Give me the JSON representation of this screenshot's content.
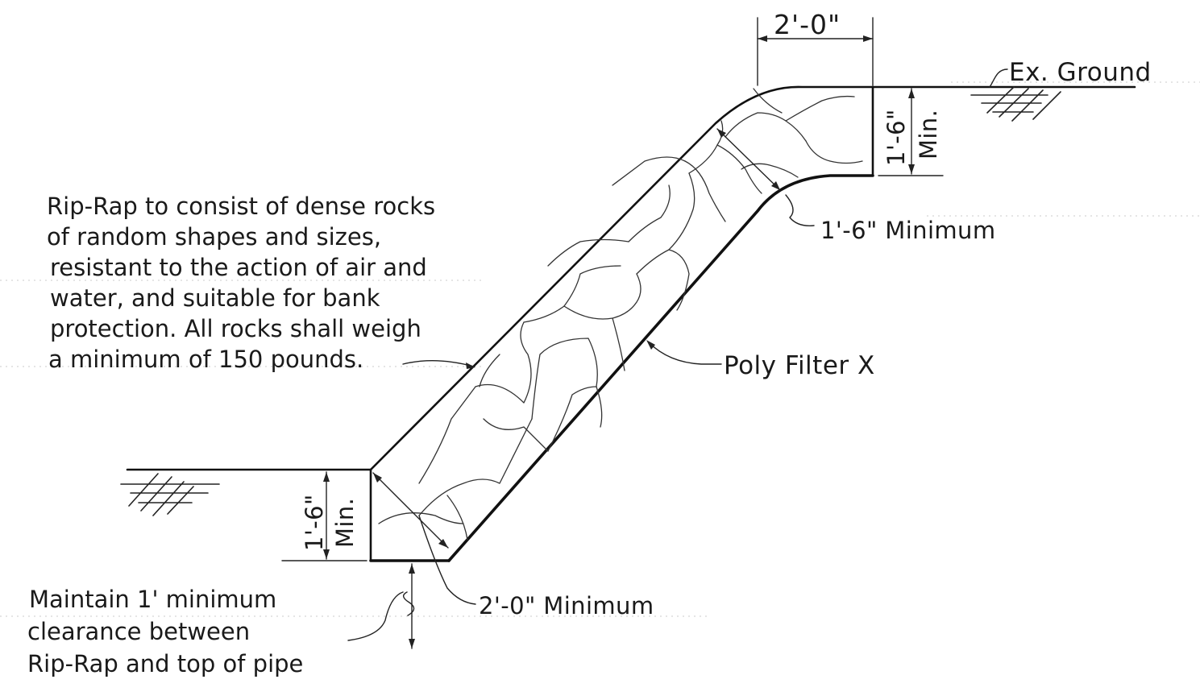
{
  "labels": {
    "top_width": "2'-0\"",
    "ex_ground": "Ex. Ground",
    "top_depth_value": "1'-6\"",
    "top_depth_min": "Min.",
    "thickness_top": "1'-6\" Minimum",
    "filter": "Poly Filter X",
    "bottom_depth_value": "1'-6\"",
    "bottom_depth_min": "Min.",
    "thickness_bottom": "2'-0\" Minimum"
  },
  "riprap_note": [
    "Rip-Rap to consist of dense rocks",
    "of random shapes and sizes,",
    "resistant to the action of air and",
    "water, and suitable for bank",
    "protection. All rocks shall weigh",
    "a minimum of 150 pounds."
  ],
  "clearance_note": [
    "Maintain 1' minimum",
    "clearance between",
    "Rip-Rap and top of pipe"
  ]
}
